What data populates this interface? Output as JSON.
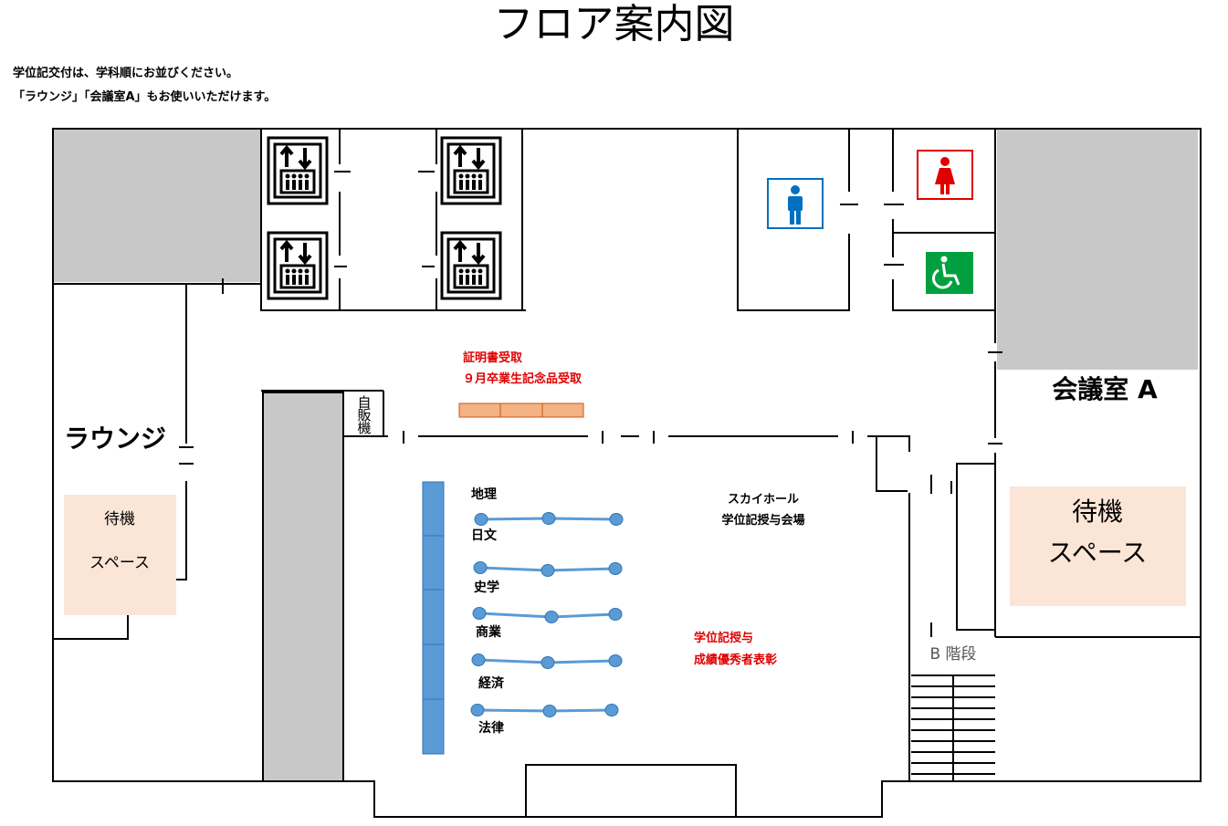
{
  "title": "フロア案内図",
  "notes": [
    "学位記交付は、学科順にお並びください。",
    "「ラウンジ」「会議室A」もお使いいただけます。"
  ],
  "rooms": {
    "lounge": "ラウンジ",
    "conference": "会議室 A",
    "vending": "自販機",
    "stairs": "B 階段"
  },
  "waiting_left": [
    "待機",
    "スペース"
  ],
  "waiting_right": [
    "待機",
    "スペース"
  ],
  "certificate": [
    "証明書受取",
    "９月卒業生記念品受取"
  ],
  "hall": [
    "スカイホール",
    "学位記授与会場"
  ],
  "ceremony": [
    "学位記授与",
    "成績優秀者表彰"
  ],
  "departments": [
    "地理",
    "日文",
    "史学",
    "商業",
    "経済",
    "法律"
  ],
  "icons": [
    "elevator-icon",
    "men-restroom-icon",
    "women-restroom-icon",
    "accessible-restroom-icon"
  ],
  "colors": {
    "wall": "#000000",
    "gray_block": "#c8c8c8",
    "waiting_fill": "#fbe5d6",
    "red_text": "#e00000",
    "queue_blue": "#5b9bd5",
    "counter_orange": "#f4b183",
    "men_blue": "#0070c0",
    "women_red": "#e00000",
    "accessible_green": "#00a040"
  }
}
